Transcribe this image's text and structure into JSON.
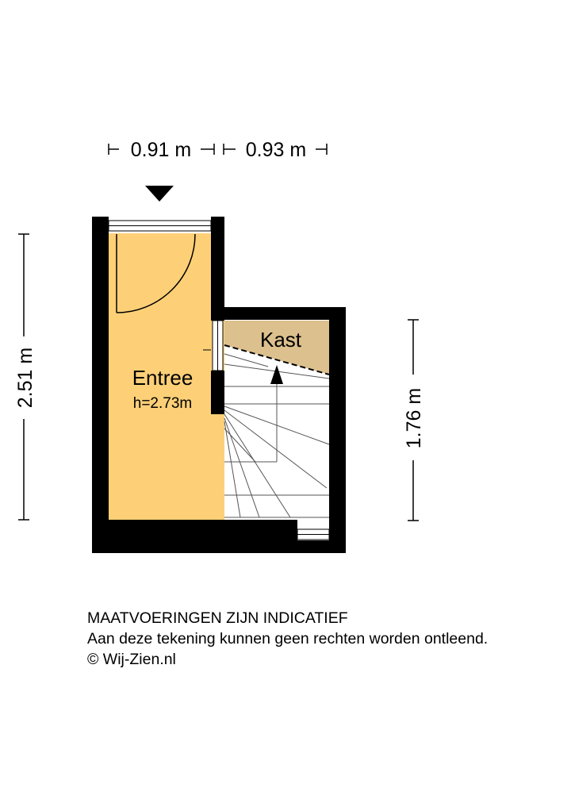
{
  "dimensions": {
    "top_left": "0.91 m",
    "top_right": "0.93 m",
    "left_height": "2.51 m",
    "right_height": "1.76 m"
  },
  "rooms": {
    "entree": {
      "name": "Entree",
      "height": "h=2.73m",
      "color": "#fdd077"
    },
    "kast": {
      "name": "Kast",
      "color": "#dcc08e"
    }
  },
  "walls": {
    "color": "#000000"
  },
  "notes": {
    "line1": "MAATVOERINGEN ZIJN INDICATIEF",
    "line2": "Aan deze tekening kunnen geen rechten worden ontleend.",
    "line3": "© Wij-Zien.nl"
  }
}
